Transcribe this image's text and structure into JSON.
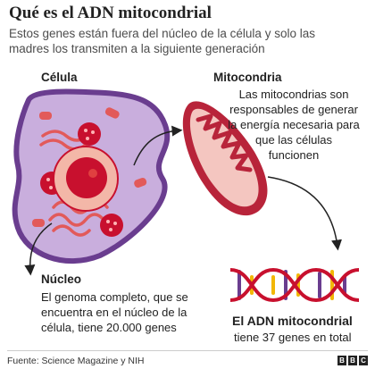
{
  "title": "Qué es el ADN mitocondrial",
  "subtitle": {
    "line1": "Estos genes están fuera del núcleo de la célula y solo las",
    "line2": "madres los transmiten a la siguiente generación"
  },
  "cell": {
    "label": "Célula"
  },
  "mitochondria": {
    "label": "Mitocondria",
    "desc_lines": [
      "Las mitocondrias son",
      "responsables de generar",
      "la energía necesaria para",
      "que las células",
      "funcionen"
    ]
  },
  "nucleus": {
    "label": "Núcleo",
    "desc_lines": [
      "El genoma completo, que se",
      "encuentra en el núcleo de la",
      "célula, tiene 20.000 genes"
    ]
  },
  "mtdna": {
    "label": "El ADN mitocondrial",
    "desc": "tiene 37 genes en total"
  },
  "footer": {
    "source": "Fuente: Science Magazine y NIH",
    "logo_letters": [
      "B",
      "B",
      "C"
    ]
  },
  "colors": {
    "cell_membrane": "#6a3d8f",
    "cytoplasm": "#c9aedd",
    "nucleus_outer": "#f3b7a8",
    "nucleus_inner": "#c8102e",
    "mitochondria": "#b8243a",
    "dna_red": "#c8102e",
    "dna_yellow": "#f2b705",
    "dna_purple": "#6a3d8f"
  }
}
